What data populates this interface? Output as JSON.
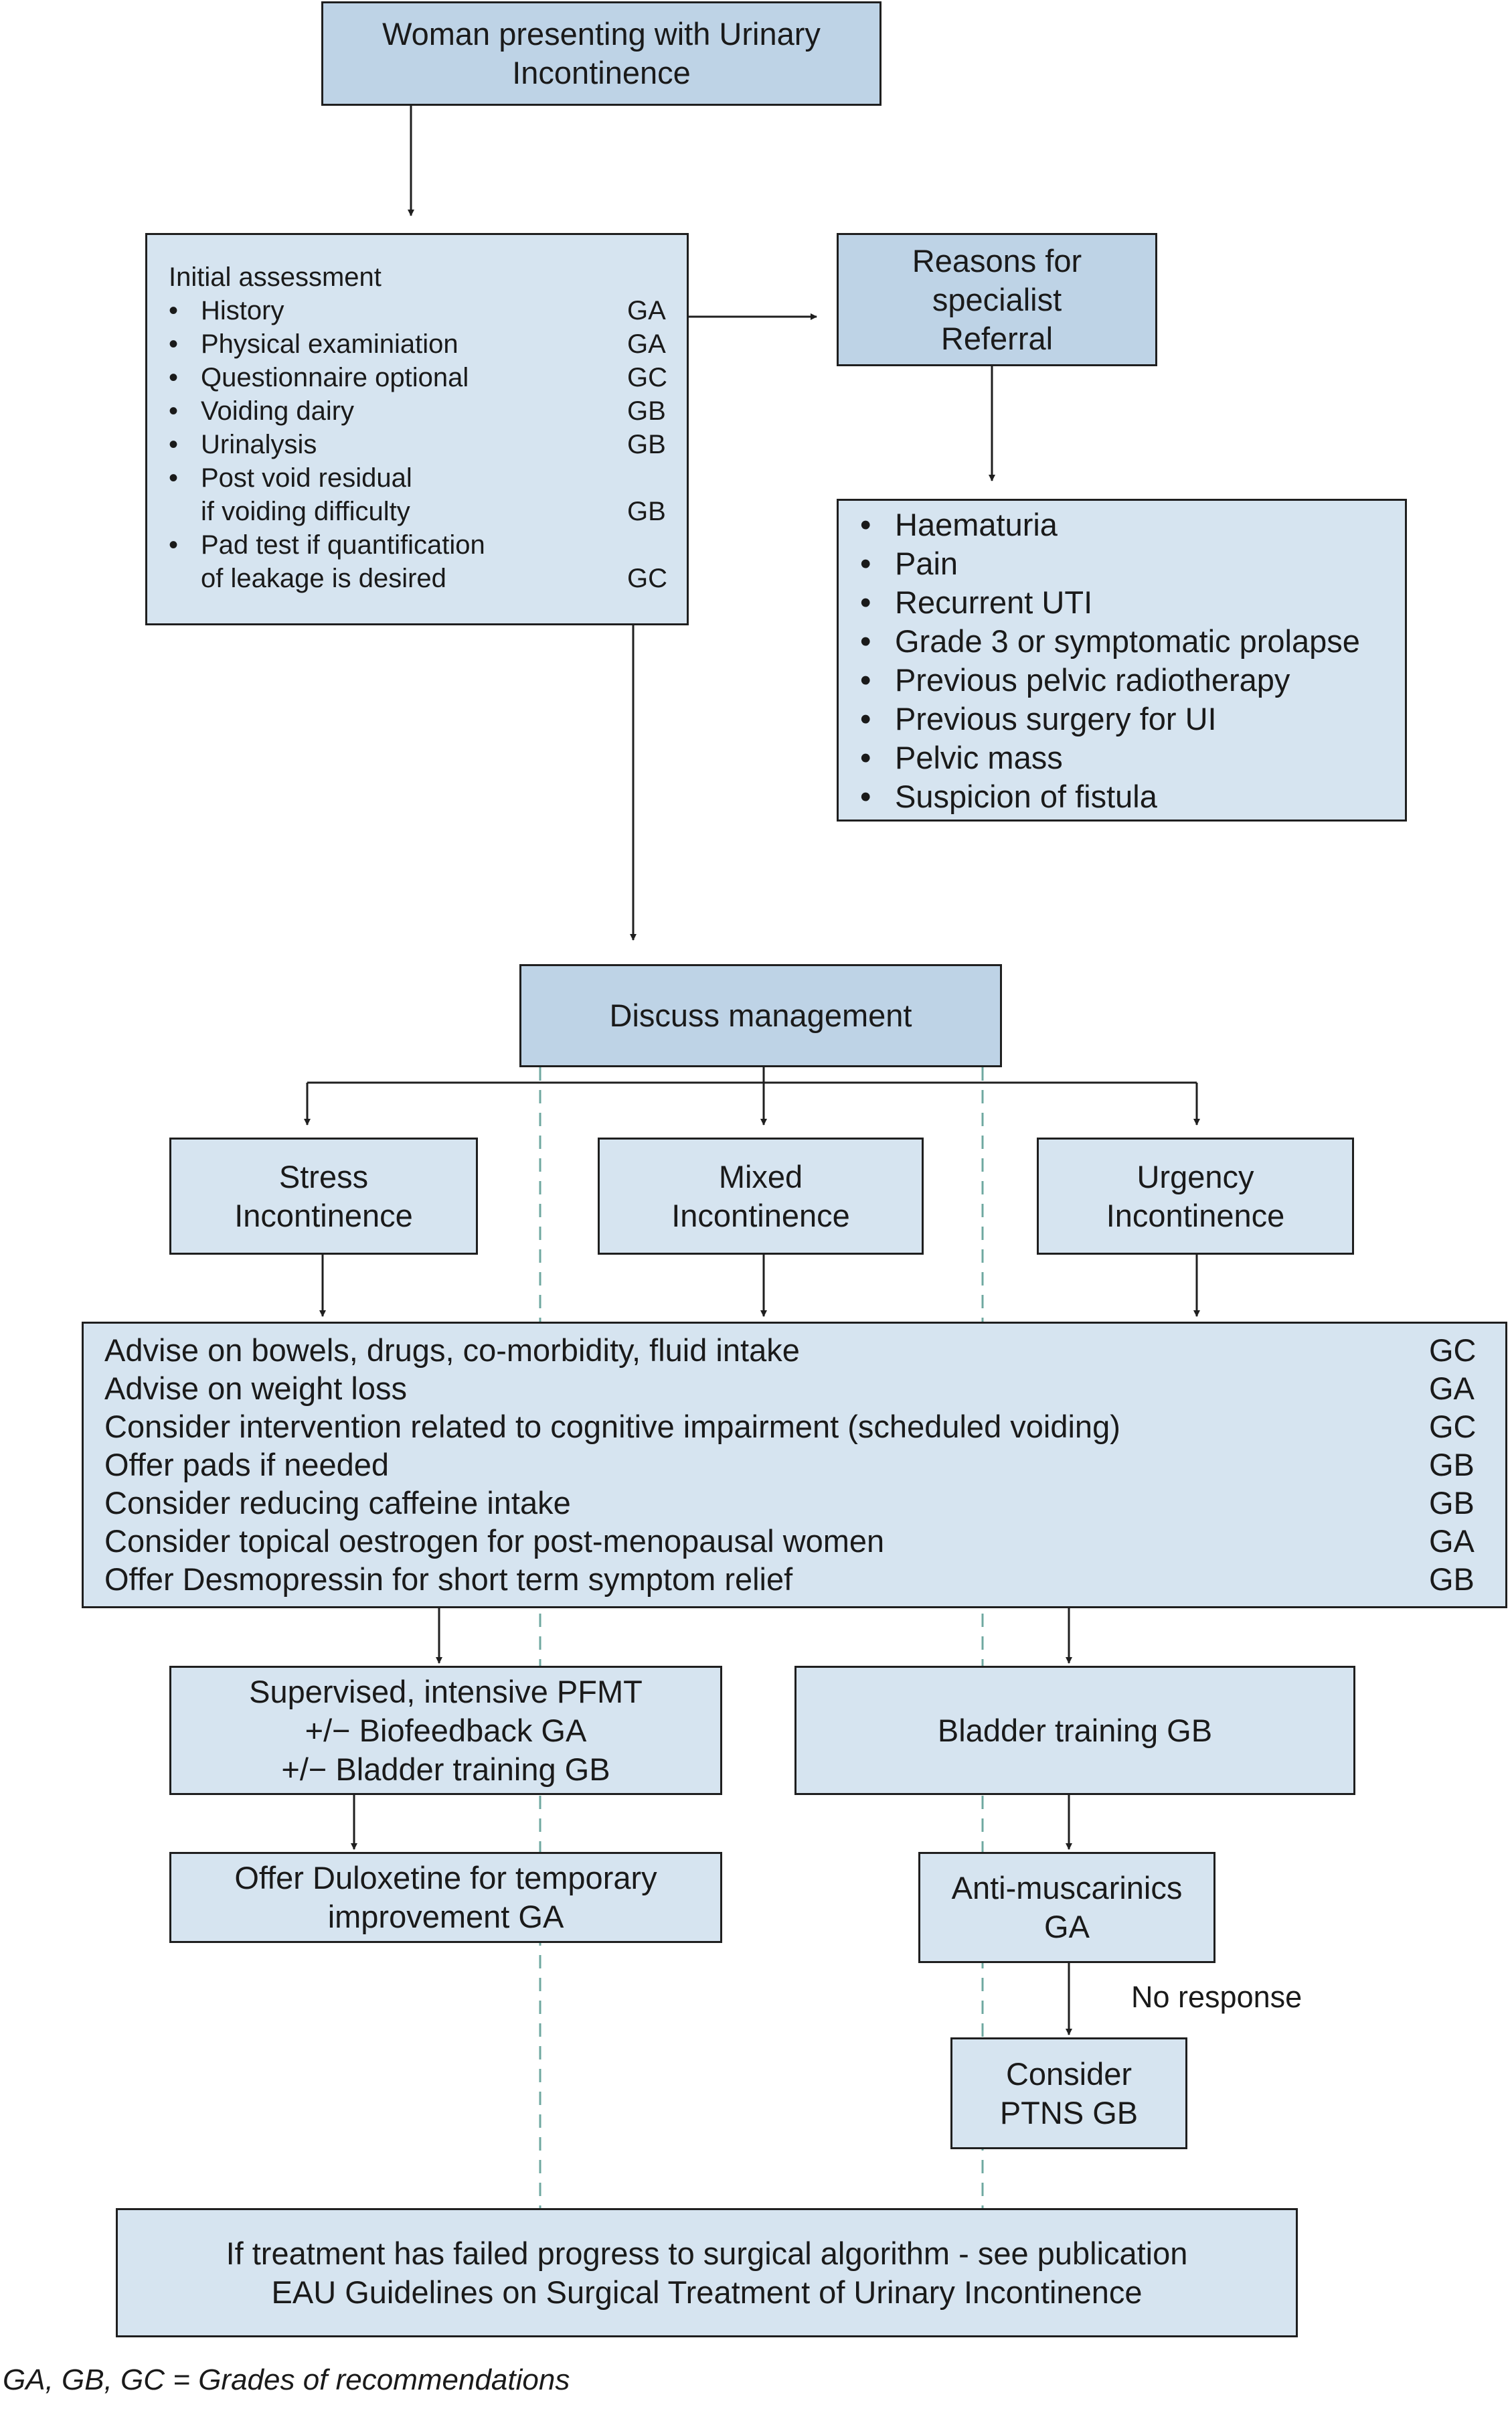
{
  "top": {
    "line1": "Woman presenting with Urinary",
    "line2": "Incontinence"
  },
  "initial_assessment": {
    "title": "Initial assessment",
    "items": [
      {
        "lines": [
          "History"
        ],
        "grade": "GA"
      },
      {
        "lines": [
          "Physical examiniation"
        ],
        "grade": "GA"
      },
      {
        "lines": [
          "Questionnaire optional"
        ],
        "grade": "GC"
      },
      {
        "lines": [
          "Voiding dairy"
        ],
        "grade": "GB"
      },
      {
        "lines": [
          "Urinalysis"
        ],
        "grade": "GB"
      },
      {
        "lines": [
          "Post void residual",
          "if voiding difficulty"
        ],
        "grade": "GB"
      },
      {
        "lines": [
          "Pad test if quantification",
          "of leakage is desired"
        ],
        "grade": "GC"
      }
    ]
  },
  "referral": {
    "line1": "Reasons for",
    "line2": "specialist",
    "line3": "Referral"
  },
  "referral_reasons": [
    "Haematuria",
    "Pain",
    "Recurrent UTI",
    "Grade 3 or symptomatic prolapse",
    "Previous pelvic radiotherapy",
    "Previous surgery for UI",
    "Pelvic mass",
    "Suspicion of fistula"
  ],
  "discuss": "Discuss management",
  "types": {
    "stress": {
      "line1": "Stress",
      "line2": "Incontinence"
    },
    "mixed": {
      "line1": "Mixed",
      "line2": "Incontinence"
    },
    "urgency": {
      "line1": "Urgency",
      "line2": "Incontinence"
    }
  },
  "advice": [
    {
      "text": "Advise on bowels, drugs, co-morbidity, fluid intake",
      "grade": "GC"
    },
    {
      "text": "Advise on weight loss",
      "grade": "GA"
    },
    {
      "text": "Consider intervention related to cognitive impairment (scheduled voiding)",
      "grade": "GC"
    },
    {
      "text": "Offer pads if needed",
      "grade": "GB"
    },
    {
      "text": "Consider reducing caffeine intake",
      "grade": "GB"
    },
    {
      "text": "Consider topical oestrogen for post-menopausal women",
      "grade": "GA"
    },
    {
      "text": "Offer Desmopressin for short term symptom relief",
      "grade": "GB"
    }
  ],
  "pfmt": {
    "line1": "Supervised, intensive PFMT",
    "line2": "+/− Biofeedback GA",
    "line3": "+/− Bladder training GB"
  },
  "duloxetine": {
    "line1": "Offer Duloxetine for temporary",
    "line2": "improvement GA"
  },
  "bladder_training": "Bladder training GB",
  "antimuscarinics": {
    "line1": "Anti-muscarinics",
    "line2": "GA"
  },
  "no_response": "No response",
  "ptns": {
    "line1": "Consider",
    "line2": "PTNS GB"
  },
  "surgical": {
    "line1": "If treatment has failed progress to surgical algorithm - see publication",
    "line2": "EAU Guidelines on Surgical Treatment of Urinary Incontinence"
  },
  "footnote": "GA, GB, GC = Grades of recommendations",
  "bullet_glyph": "•",
  "colors": {
    "box_fill": "#d6e4f0",
    "box_fill_dark": "#bed3e6",
    "dashed_line": "#6fa8a0",
    "stroke": "#1f1f1f"
  }
}
